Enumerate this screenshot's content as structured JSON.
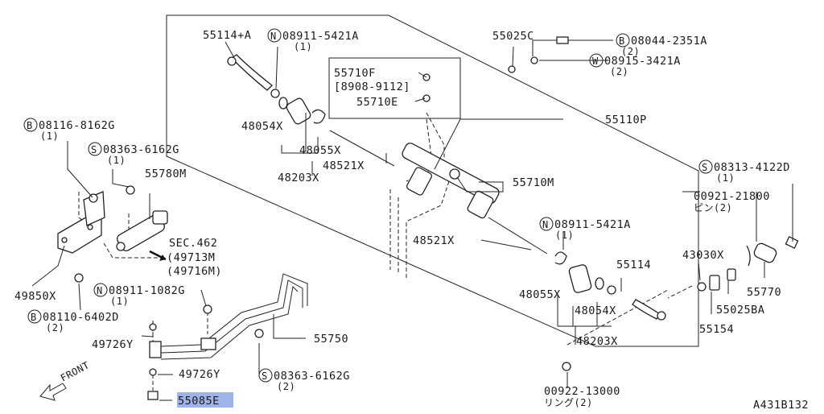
{
  "diagram": {
    "code": "A431B132",
    "front_label": "FRONT",
    "highlight_color": "#9fb3e8",
    "labels": {
      "p55114a": "55114+A",
      "n_top": "08911-5421A",
      "n_top_qty": "(1)",
      "p55025c": "55025C",
      "b_08044": "08044-2351A",
      "b_08044_qty": "(2)",
      "w_08915": "08915-3421A",
      "w_08915_qty": "(2)",
      "p55710f": "55710F",
      "p55710f_range": "[8908-9112]",
      "p55710e": "55710E",
      "p55110p": "55110P",
      "p48054x_top": "48054X",
      "p48055x_top": "48055X",
      "p48521x_top": "48521X",
      "p48203x_top": "48203X",
      "b_08116": "08116-8162G",
      "b_08116_qty": "(1)",
      "s_08363_top": "08363-6162G",
      "s_08363_top_qty": "(1)",
      "p55780m": "55780M",
      "p55710m": "55710M",
      "s_08313": "08313-4122D",
      "s_08313_qty": "(1)",
      "p00921": "00921-21800",
      "p00921_sub": "ピン(2)",
      "sec462": "SEC.462",
      "sec_49713m": "(49713M",
      "sec_49716m": "(49716M)",
      "p48521x_mid": "48521X",
      "n_mid": "08911-5421A",
      "n_mid_qty": "(1)",
      "p55114": "55114",
      "p43030x": "43030X",
      "p49850x": "49850X",
      "n_08911_1082": "08911-1082G",
      "n_08911_1082_qty": "(1)",
      "b_08110": "08110-6402D",
      "b_08110_qty": "(2)",
      "p48055x_bot": "48055X",
      "p48054x_bot": "48054X",
      "p55770": "55770",
      "p55025ba": "55025BA",
      "p55154": "55154",
      "p49726y_a": "49726Y",
      "p55750": "55750",
      "p48203x_bot": "48203X",
      "p49726y_b": "49726Y",
      "s_08363_bot": "08363-6162G",
      "s_08363_bot_qty": "(2)",
      "p00922": "00922-13000",
      "p00922_sub": "リング(2)",
      "p55085e": "55085E"
    },
    "prefixes": {
      "N": "N",
      "B": "B",
      "S": "S",
      "W": "W"
    }
  }
}
